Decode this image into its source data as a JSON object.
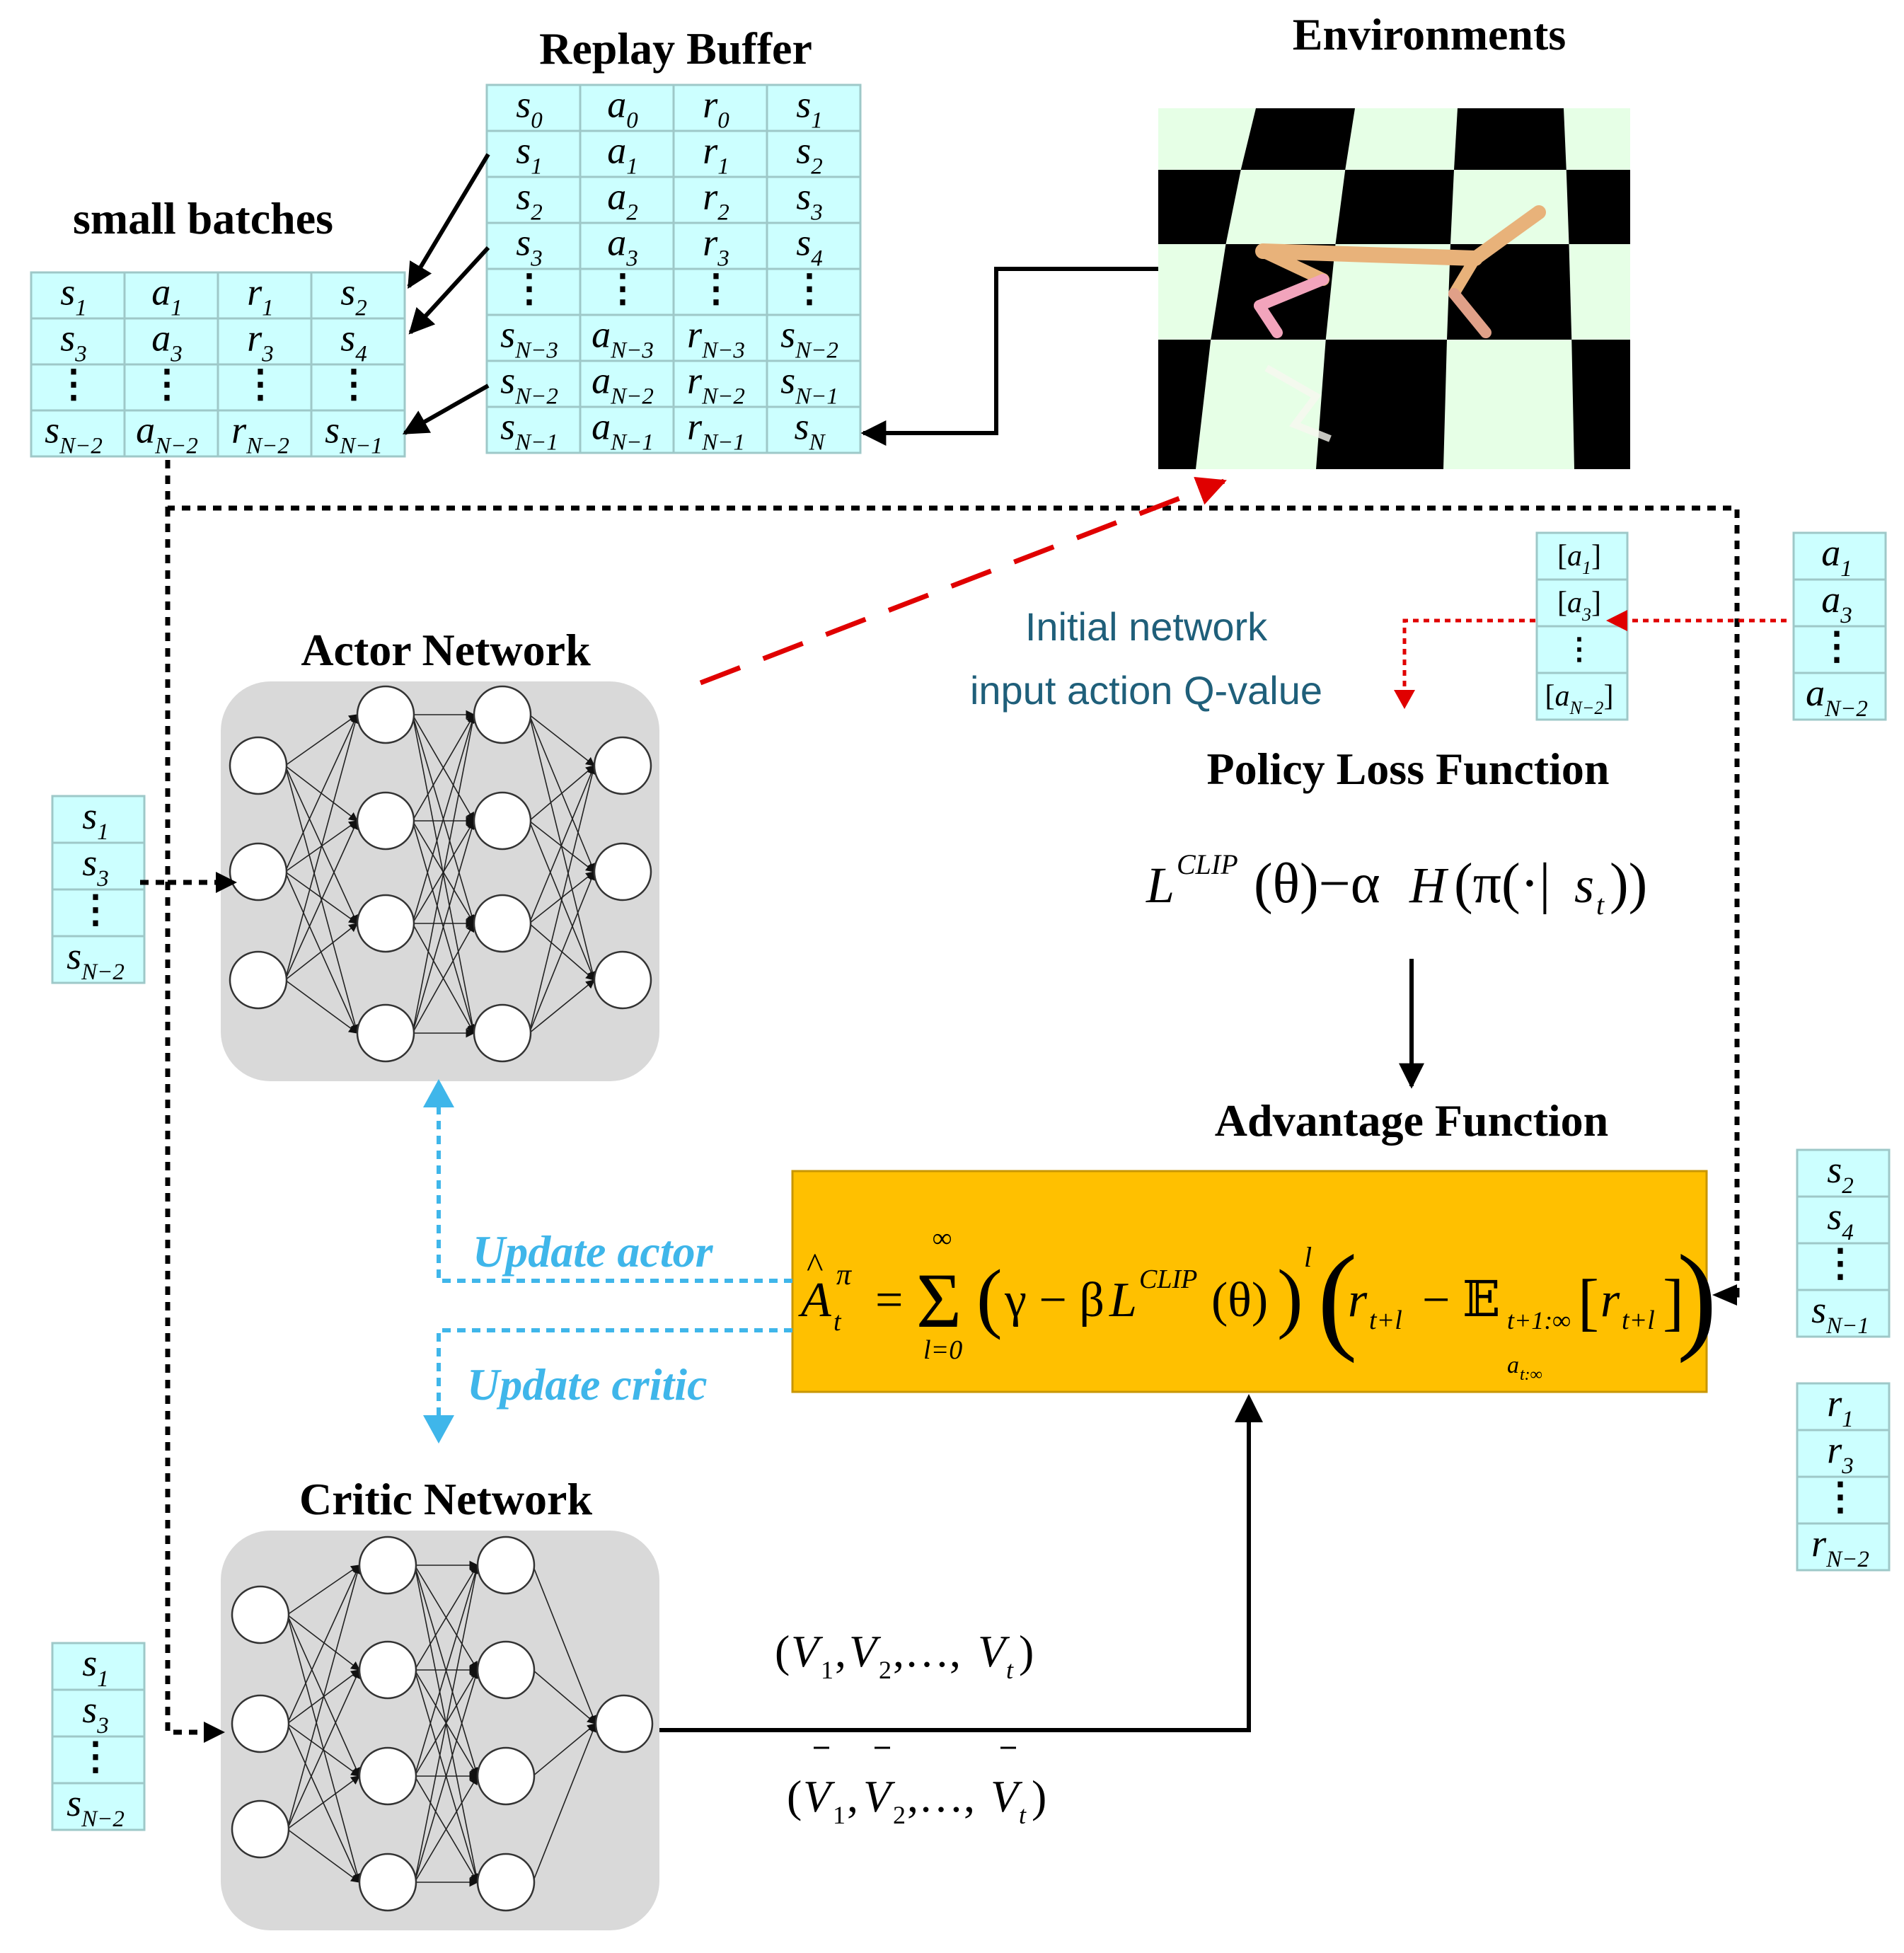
{
  "titles": {
    "replay_buffer": "Replay Buffer",
    "environments": "Environments",
    "small_batches": "small batches",
    "actor_network": "Actor Network",
    "critic_network": "Critic Network",
    "policy_loss": "Policy Loss Function",
    "advantage": "Advantage Function"
  },
  "annotations": {
    "initial_line1": "Initial network",
    "initial_line2": "input action Q-value",
    "update_actor": "Update actor",
    "update_critic": "Update critic"
  },
  "formulas": {
    "policy_loss": "L^CLIP(θ) − αH(π(·|s_t))",
    "advantage": "Â_t^π = Σ_{l=0}^{∞} (γ − βL^CLIP(θ))^l ( r_{t+l} − 𝔼_{t+1:∞, a_t:∞}[r_{t+l}] )",
    "values": "(V_1, V_2, ..., V_t)",
    "values_bar": "(V̄_1, V̄_2, ..., V̄_t)"
  },
  "replay_buffer_rows": [
    [
      "s_0",
      "a_0",
      "r_0",
      "s_1"
    ],
    [
      "s_1",
      "a_1",
      "r_1",
      "s_2"
    ],
    [
      "s_2",
      "a_2",
      "r_2",
      "s_3"
    ],
    [
      "s_3",
      "a_3",
      "r_3",
      "s_4"
    ],
    [
      "⋮",
      "⋮",
      "⋮",
      "⋮"
    ],
    [
      "s_N−3",
      "a_N−3",
      "r_N−3",
      "s_N−2"
    ],
    [
      "s_N−2",
      "a_N−2",
      "r_N−2",
      "s_N−1"
    ],
    [
      "s_N−1",
      "a_N−1",
      "r_N−1",
      "s_N"
    ]
  ],
  "small_batch_rows": [
    [
      "s_1",
      "a_1",
      "r_1",
      "s_2"
    ],
    [
      "s_3",
      "a_3",
      "r_3",
      "s_4"
    ],
    [
      "⋮",
      "⋮",
      "⋮",
      "⋮"
    ],
    [
      "s_N−2",
      "a_N−2",
      "r_N−2",
      "s_N−1"
    ]
  ],
  "actor_states": [
    "s_1",
    "s_3",
    "⋮",
    "s_N−2"
  ],
  "critic_states": [
    "s_1",
    "s_3",
    "⋮",
    "s_N−2"
  ],
  "actions_col": [
    "a_1",
    "a_3",
    "⋮",
    "a_N−2"
  ],
  "bracket_actions": [
    "[a_1]",
    "[a_3]",
    "⋮",
    "[a_N−2]"
  ],
  "next_states": [
    "s_2",
    "s_4",
    "⋮",
    "s_N−1"
  ],
  "rewards": [
    "r_1",
    "r_3",
    "⋮",
    "r_N−2"
  ],
  "colors": {
    "cell_fill": "#ccffff",
    "cell_border": "#9ec8c8",
    "network_bg": "#d9d9d9",
    "advantage_box": "#ffc000",
    "update_blue": "#3fb6ea",
    "red_dash": "#e00000",
    "teal_text": "#1f5f7a"
  }
}
